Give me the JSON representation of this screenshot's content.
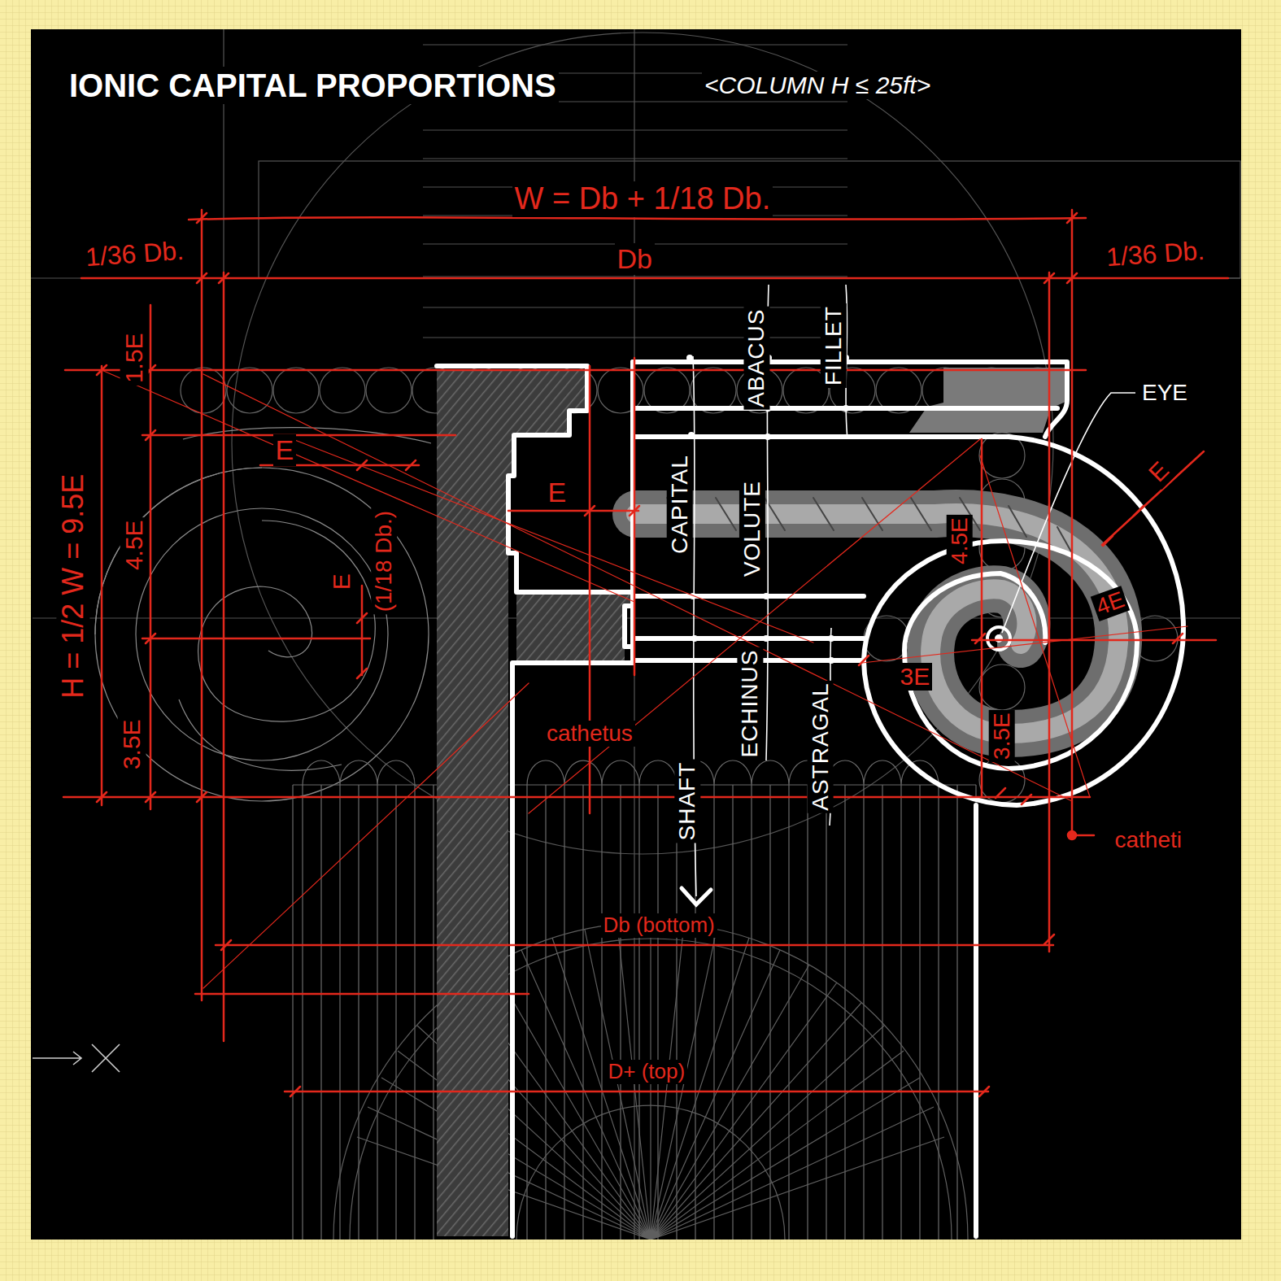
{
  "diagram": {
    "title": "IONIC CAPITAL PROPORTIONS",
    "labels": [
      "<COLUMN H ≤ 25ft>",
      "W = Db + 1/18 Db.",
      "1/36 Db.",
      "Db",
      "1/36 Db.",
      "1.5E",
      "E",
      "4.5E",
      "3.5E",
      "H = 1/2 W = 9.5E",
      "E",
      "E",
      "(1/18 Db.)",
      "EYE",
      "E",
      "CAPITAL",
      "ABACUS",
      "FILLET",
      "VOLUTE",
      "4.5E",
      "4E",
      "3E",
      "3.5E",
      "ECHINUS",
      "ASTRAGAL",
      "cathetus",
      "SHAFT",
      "catheti",
      "Db (bottom)",
      "D+ (top)"
    ]
  }
}
